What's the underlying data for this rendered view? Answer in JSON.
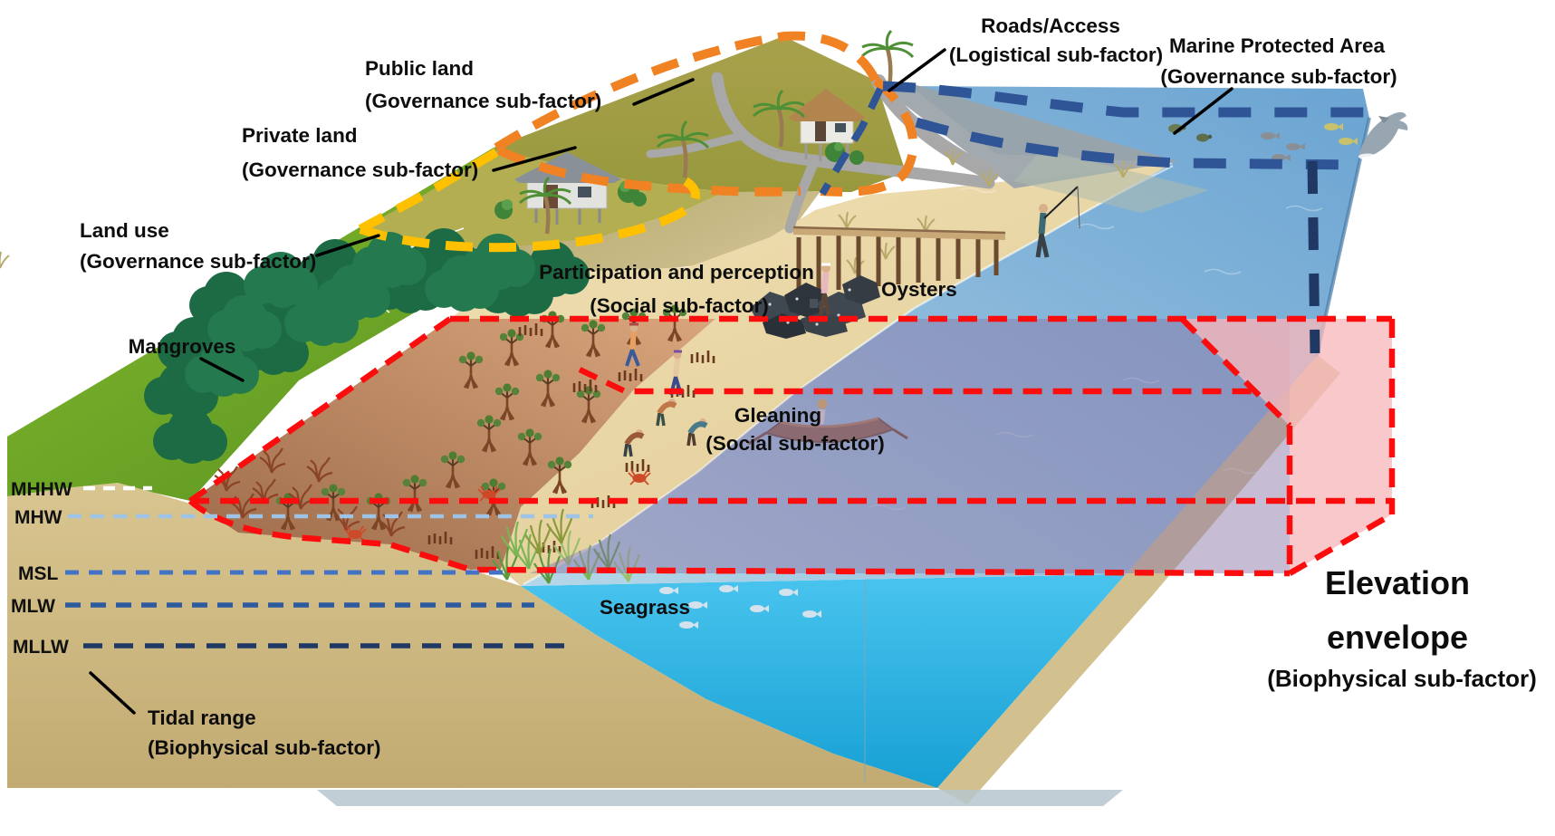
{
  "labels": {
    "public_land": {
      "title": "Public land",
      "sub": "(Governance sub-factor)"
    },
    "private_land": {
      "title": "Private land",
      "sub": "(Governance sub-factor)"
    },
    "land_use": {
      "title": "Land use",
      "sub": "(Governance sub-factor)"
    },
    "roads_access": {
      "title": "Roads/Access",
      "sub": "(Logistical sub-factor)"
    },
    "marine_protected_area": {
      "title": "Marine Protected Area",
      "sub": "(Governance sub-factor)"
    },
    "participation": {
      "title": "Participation and perception",
      "sub": "(Social sub-factor)"
    },
    "mangroves": {
      "title": "Mangroves"
    },
    "oysters": {
      "title": "Oysters"
    },
    "gleaning": {
      "title": "Gleaning",
      "sub": "(Social sub-factor)"
    },
    "seagrass": {
      "title": "Seagrass"
    },
    "elevation_envelope": {
      "title": "Elevation",
      "title2": "envelope",
      "sub": "(Biophysical sub-factor)"
    },
    "tidal_range": {
      "title": "Tidal range",
      "sub": "(Biophysical sub-factor)"
    }
  },
  "tide_levels": [
    {
      "label": "MHHW",
      "color": "#ffffff"
    },
    {
      "label": "MHW",
      "color": "#9dc3e6"
    },
    {
      "label": "MSL",
      "color": "#4472c4"
    },
    {
      "label": "MLW",
      "color": "#2e5a9e"
    },
    {
      "label": "MLLW",
      "color": "#1f3864"
    }
  ],
  "colors": {
    "public_land_dash": "#f08223",
    "private_land_dash": "#ffc000",
    "mpa_dash": "#2f5597",
    "mpa_dash_dark": "#1f3864",
    "envelope_dash": "#fb0d0e",
    "envelope_fill": "#f6b8bd",
    "water_overlay": "#8d7aa8",
    "gleaning_text": "#3b0d0d"
  }
}
